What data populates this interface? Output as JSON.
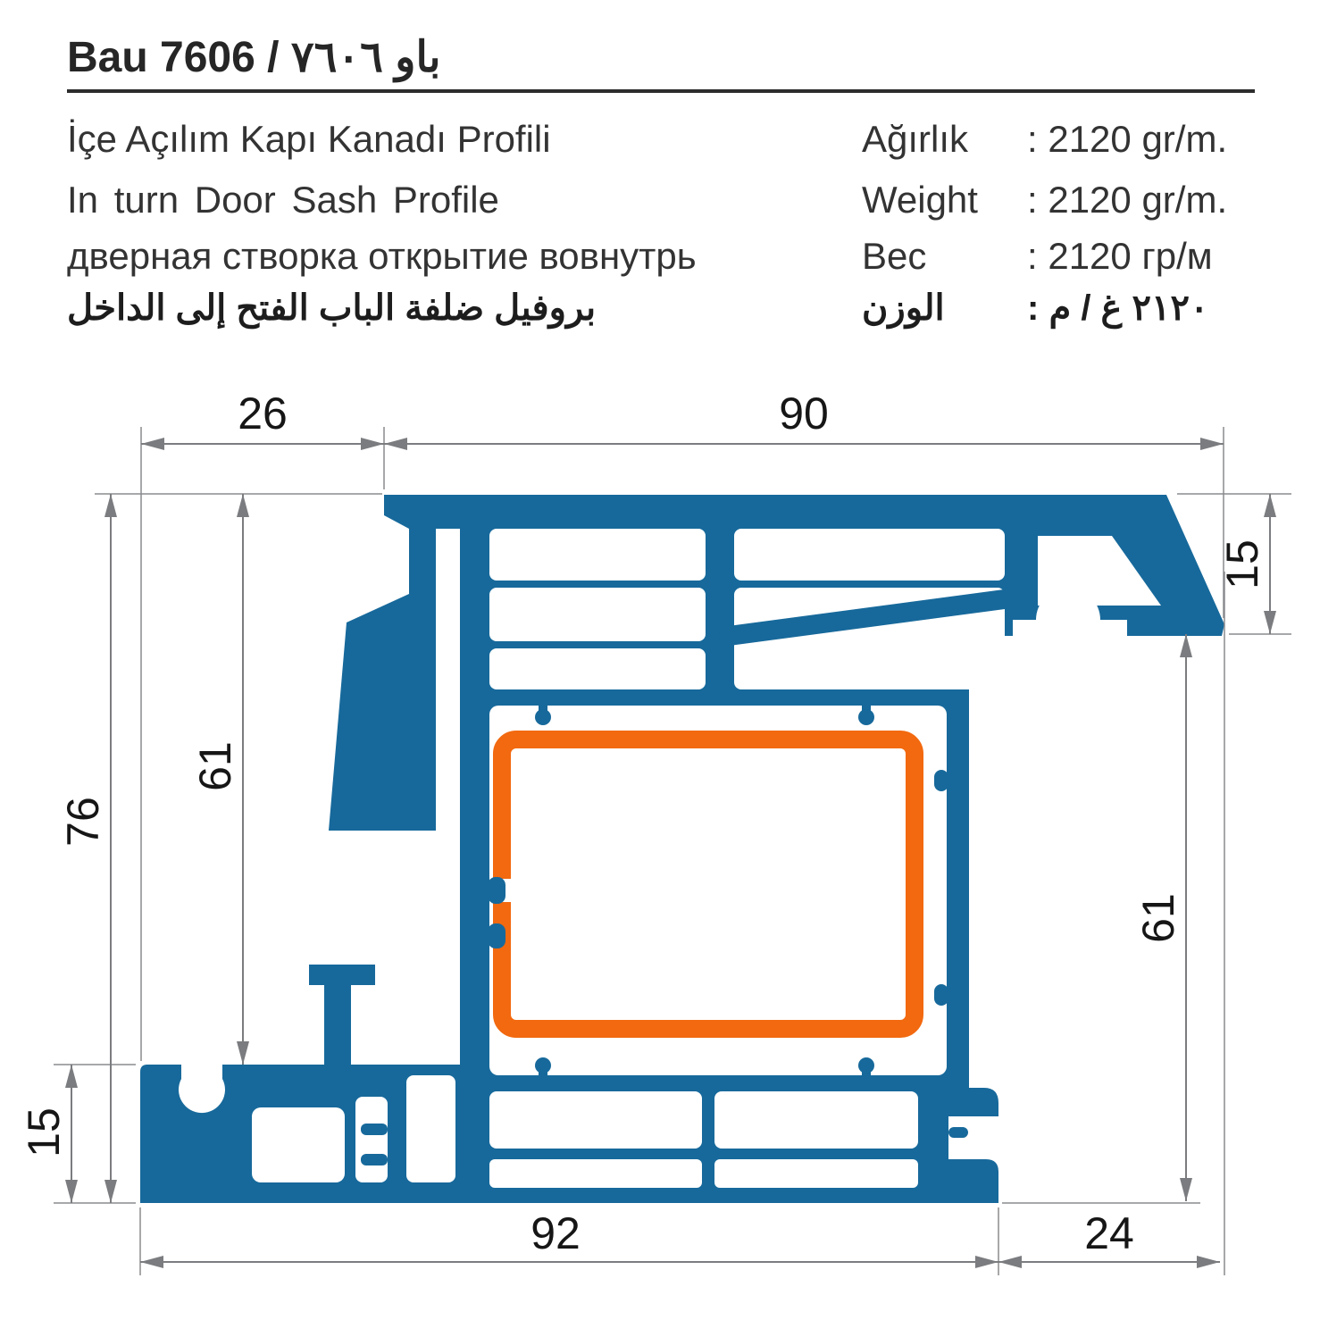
{
  "header": {
    "title": "Bau 7606 / باو ٧٦٠٦"
  },
  "descriptions": {
    "turkish": "İçe Açılım Kapı Kanadı Profili",
    "english": "In turn Door Sash Profile",
    "russian": "дверная створка открытие вовнутрь",
    "arabic": "بروفيل ضلفة الباب الفتح إلى الداخل"
  },
  "specs": {
    "rows": [
      {
        "label": "Ağırlık",
        "value": ": 2120 gr/m."
      },
      {
        "label": "Weight",
        "value": ": 2120 gr/m."
      },
      {
        "label": "Вес",
        "value": ": 2120 гр/м"
      },
      {
        "label": "الوزن",
        "value": ": ٢١٢٠ غ / م"
      }
    ]
  },
  "drawing": {
    "dims": {
      "top_left_26": "26",
      "top_90": "90",
      "right_top_15": "15",
      "right_61": "61",
      "left_76": "76",
      "left_inner_61": "61",
      "left_bottom_15": "15",
      "bottom_92": "92",
      "bottom_right_24": "24"
    },
    "colors": {
      "profile_blue": "#17699B",
      "reinforcement_orange": "#F2690F",
      "dimension_gray": "#7b7c7f",
      "text_black": "#161616"
    }
  }
}
